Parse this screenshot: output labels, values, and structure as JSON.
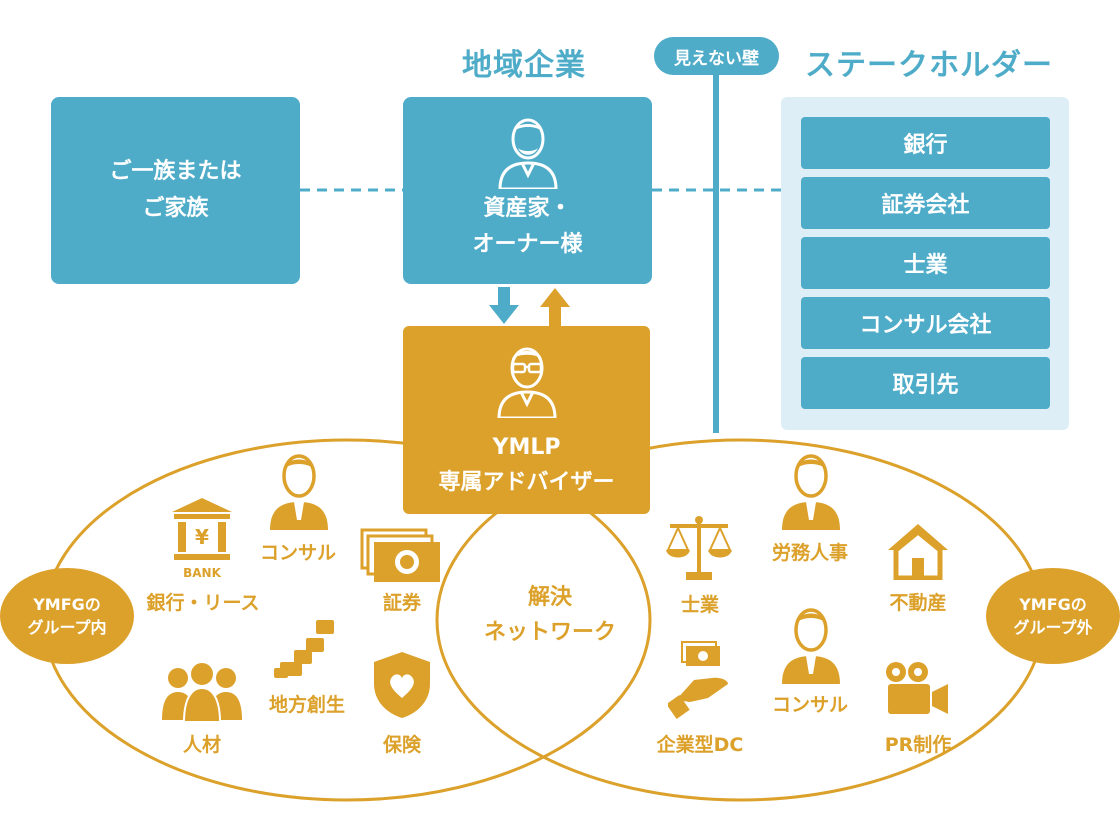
{
  "headings": {
    "local_companies": "地域企業",
    "stakeholders": "ステークホルダー"
  },
  "wall_label": "見えない壁",
  "family_box": {
    "line1": "ご一族または",
    "line2": "ご家族"
  },
  "owner_box": {
    "line1": "資産家・",
    "line2": "オーナー様"
  },
  "advisor_box": {
    "line1": "YMLP",
    "line2": "専属アドバイザー"
  },
  "stakeholder_items": [
    "銀行",
    "証券会社",
    "士業",
    "コンサル会社",
    "取引先"
  ],
  "inner_group": {
    "badge_line1": "YMFGの",
    "badge_line2": "グループ内",
    "bank_sign": "BANK",
    "items": {
      "bank_lease": "銀行・リース",
      "consulting": "コンサル",
      "securities": "証券",
      "regional": "地方創生",
      "hr": "人材",
      "insurance": "保険"
    }
  },
  "center": {
    "line1": "解決",
    "line2": "ネットワーク"
  },
  "outer_group": {
    "badge_line1": "YMFGの",
    "badge_line2": "グループ外",
    "items": {
      "professionals": "士業",
      "labor": "労務人事",
      "real_estate": "不動産",
      "corporate_dc": "企業型DC",
      "consulting": "コンサル",
      "pr": "PR制作"
    }
  },
  "colors": {
    "blue": "#4facc9",
    "gold": "#dca12b",
    "panel": "#deeef6"
  }
}
